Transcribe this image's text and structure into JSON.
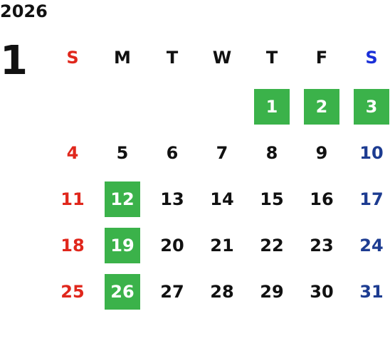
{
  "year": "2026",
  "month": "1",
  "weekdays": [
    "S",
    "M",
    "T",
    "W",
    "T",
    "F",
    "S"
  ],
  "weeks": [
    [
      "",
      "",
      "",
      "",
      "1",
      "2",
      "3"
    ],
    [
      "4",
      "5",
      "6",
      "7",
      "8",
      "9",
      "10"
    ],
    [
      "11",
      "12",
      "13",
      "14",
      "15",
      "16",
      "17"
    ],
    [
      "18",
      "19",
      "20",
      "21",
      "22",
      "23",
      "24"
    ],
    [
      "25",
      "26",
      "27",
      "28",
      "29",
      "30",
      "31"
    ]
  ],
  "highlighted_days": [
    "1",
    "2",
    "3",
    "12",
    "19",
    "26"
  ],
  "colors": {
    "highlight": "#3bb24a",
    "sunday": "#e0271c",
    "saturday_header": "#1a2fd8",
    "saturday": "#1d3c91",
    "text": "#111111"
  }
}
